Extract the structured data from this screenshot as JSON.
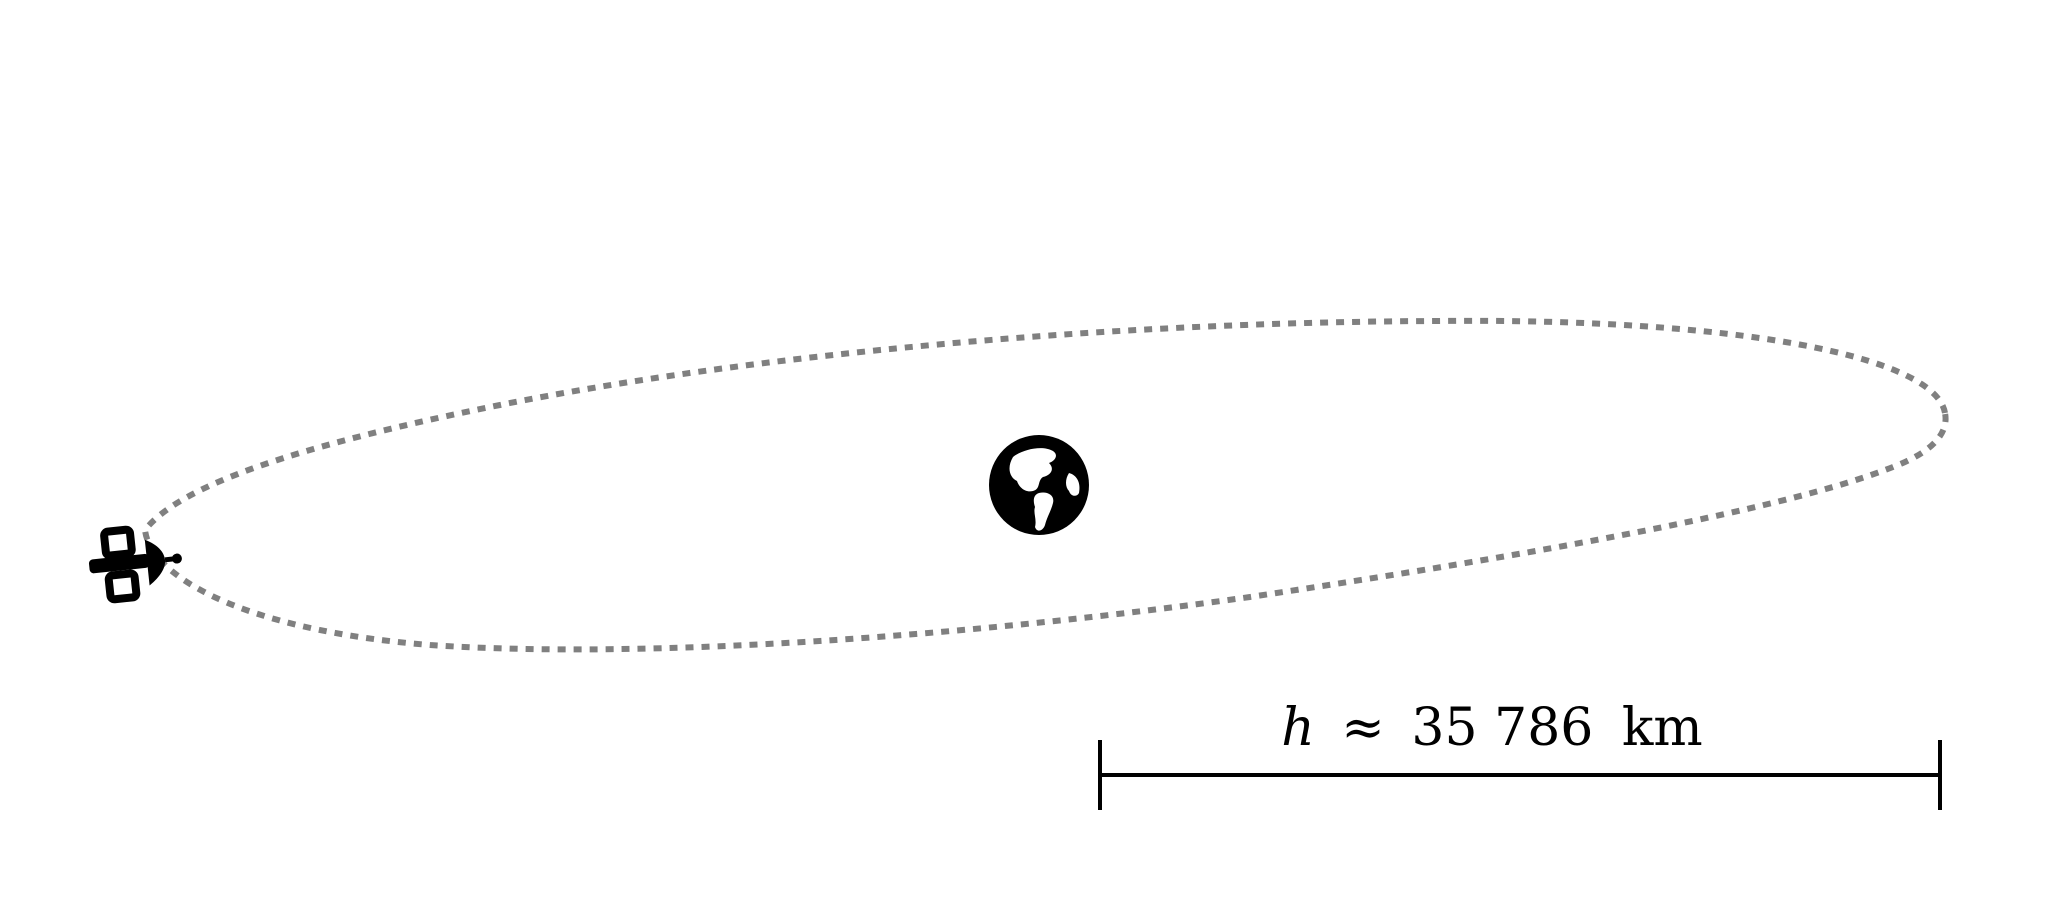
{
  "icons": {
    "satellite": "satellite-icon",
    "earth": "earth-globe-icon"
  },
  "colors": {
    "orbit": "#808080",
    "ink": "#000000",
    "background": "#ffffff"
  },
  "measurement": {
    "variable": "h",
    "relation": "≈",
    "value": "35 786",
    "unit": "km"
  }
}
